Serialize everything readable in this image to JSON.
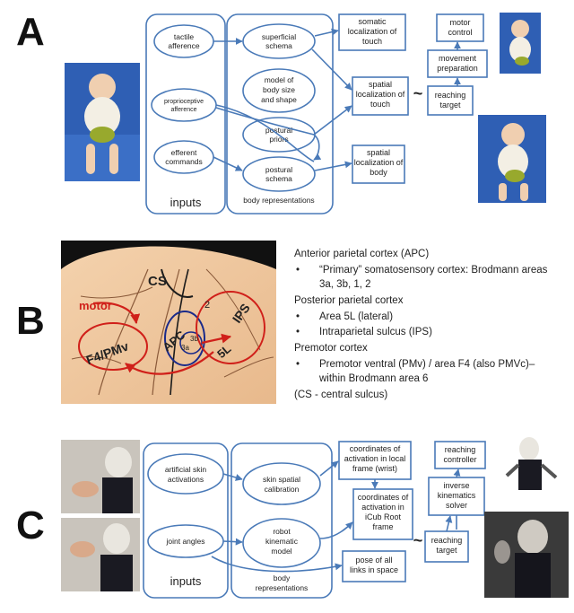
{
  "panelA": {
    "letter": "A",
    "inputs": {
      "items": [
        "tactile",
        "afference",
        "proprioceptive",
        "afference",
        "efferent",
        "commands"
      ],
      "label": "inputs"
    },
    "body": {
      "ovals": [
        "superficial",
        "schema",
        "model of",
        "body size",
        "and shape",
        "postural",
        "priors",
        "postural",
        "schema"
      ],
      "label": "body representations"
    },
    "boxes": [
      "somatic",
      "localization of",
      "touch",
      "spatial",
      "localization of",
      "touch",
      "spatial",
      "localization of",
      "body",
      "motor",
      "control",
      "movement",
      "preparation",
      "reaching",
      "target"
    ],
    "tilde": "~"
  },
  "panelB": {
    "letter": "B",
    "brain_labels": [
      "CS",
      "motor",
      "F4/PMv",
      "APC",
      "3a",
      "3b",
      "2",
      "IPS",
      "5L"
    ],
    "list": [
      "Anterior parietal cortex (APC)",
      "•",
      "“Primary” somatosensory cortex: Brodmann areas",
      "3a, 3b, 1, 2",
      "Posterior parietal cortex",
      "•",
      "Area 5L (lateral)",
      "•",
      "Intraparietal sulcus (IPS)",
      "Premotor cortex",
      "•",
      "Premotor ventral (PMv) / area F4 (also PMVc)–",
      "within Brodmann area 6",
      "(CS - central sulcus)"
    ]
  },
  "panelC": {
    "letter": "C",
    "inputs": {
      "items": [
        "artificial skin",
        "activations",
        "joint angles"
      ],
      "label": "inputs"
    },
    "body": {
      "ovals": [
        "skin spatial",
        "calibration",
        "robot",
        "kinematic",
        "model"
      ],
      "label": [
        "body",
        "representations"
      ]
    },
    "boxes": [
      "coordinates of",
      "activation in local",
      "frame (wrist)",
      "coordinates of",
      "activation in",
      "iCub Root",
      "frame",
      "pose of all",
      "links in space",
      "reaching",
      "controller",
      "inverse",
      "kinematics",
      "solver",
      "reaching",
      "target"
    ],
    "tilde": "~"
  },
  "colors": {
    "accent": "#4a7ab8",
    "arrow_red": "#d0201a",
    "brain_skin": "#f1c9a1",
    "dark": "#222222"
  }
}
